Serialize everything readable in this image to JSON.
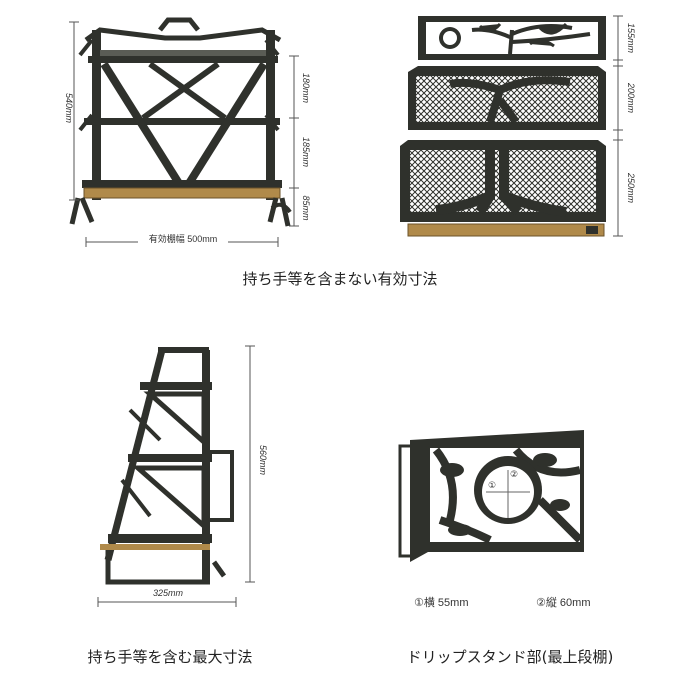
{
  "panel1": {
    "dim_total_height": "540mm",
    "dim_shelf_1": "180mm",
    "dim_shelf_2": "185mm",
    "dim_shelf_3": "85mm",
    "dim_width": "有効棚幅 500mm",
    "caption": "持ち手等を含まない有効寸法"
  },
  "panel2": {
    "dim_panel_1": "155mm",
    "dim_panel_2": "200mm",
    "dim_panel_3": "250mm"
  },
  "panel3": {
    "dim_height": "560mm",
    "dim_depth": "325mm",
    "caption": "持ち手等を含む最大寸法"
  },
  "panel4": {
    "marker_1": "①",
    "marker_2": "②",
    "label_1": "①横 55mm",
    "label_2": "②縦 60mm",
    "caption": "ドリップスタンド部(最上段棚)"
  },
  "colors": {
    "metal": "#2f312c",
    "wood": "#b08a4a",
    "line": "#555555"
  }
}
